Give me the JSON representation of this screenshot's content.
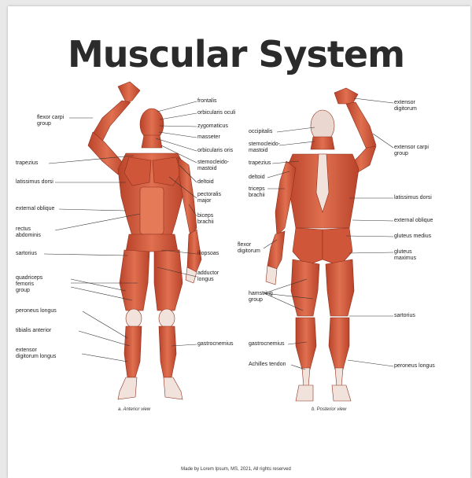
{
  "title": "Muscular System",
  "colors": {
    "muscle": "#d95a3b",
    "muscle_dark": "#a93a23",
    "tendon": "#f1e3dc",
    "line": "#333333"
  },
  "front_labels": {
    "flexor_carpi_group": "flexor carpi\ngroup",
    "frontalis": "frontalis",
    "orbicularis_oculi": "orbicularis oculi",
    "zygomaticus": "zygomaticus",
    "masseter": "masseter",
    "orbicularis_oris": "orbicularis oris",
    "trapezius": "trapezius",
    "sternocleidomastoid": "sternocleido-\nmastoid",
    "latissimus_dorsi": "latissimus dorsi",
    "deltoid": "deltoid",
    "pectoralis_major": "pectoralis\nmajor",
    "external_oblique": "external oblique",
    "biceps_brachii": "biceps\nbrachii",
    "rectus_abdominis": "rectus\nabdominis",
    "sartorius": "sartorius",
    "iliopsoas": "iliopsoas",
    "adductor_longus": "adductor\nlongus",
    "quadriceps_femoris_group": "quadriceps\nfemoris\ngroup",
    "peroneus_longus": "peroneus longus",
    "tibialis_anterior": "tibialis anterior",
    "gastrocnemius": "gastrocnemius",
    "extensor_digitorum_longus": "extensor\ndigitorum longus"
  },
  "back_labels": {
    "extensor_digitorum": "extensor\ndigitorum",
    "occipitalis": "occipitalis",
    "sternocleidomastoid": "sternocleido-\nmastoid",
    "extensor_carpi_group": "extensor carpi\ngroup",
    "trapezius": "trapezius",
    "deltoid": "deltoid",
    "triceps_brachii": "triceps\nbrachii",
    "latissimus_dorsi": "latissimus dorsi",
    "external_oblique": "external oblique",
    "gluteus_medius": "gluteus medius",
    "flexor_digitorum": "flexor\ndigitorum",
    "gluteus_maximus": "gluteus\nmaximus",
    "hamstring_group": "hamstring\ngroup",
    "sartorius": "sartorius",
    "gastrocnemius": "gastrocnemius",
    "achilles_tendon": "Achilles tendon",
    "peroneus_longus": "peroneus longus"
  },
  "captions": {
    "anterior": "a. Anterior view",
    "posterior": "b. Posterior view"
  },
  "footer": "Made by Lorem Ipsum, MS, 2021, All rights reserved"
}
